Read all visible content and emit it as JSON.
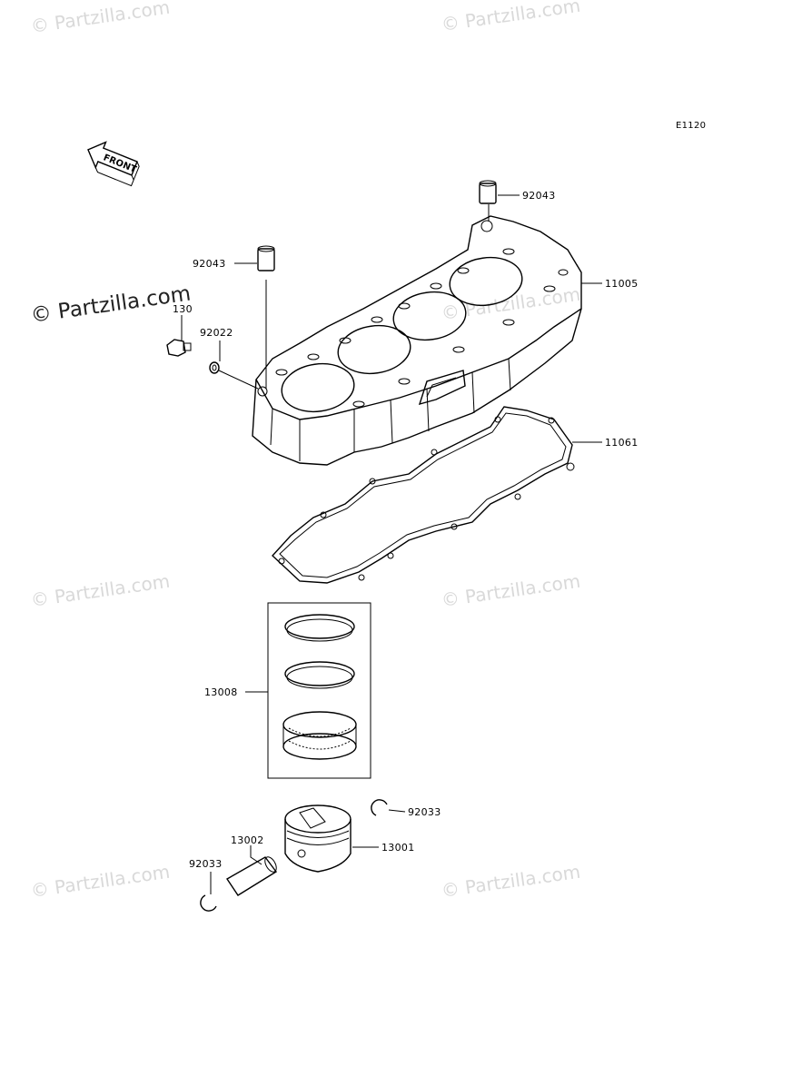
{
  "diagram_code": "E1120",
  "front_label": "FRONT",
  "watermarks": {
    "text": "© Partzilla.com",
    "prominent": "© Partzilla.com"
  },
  "parts": [
    {
      "id": "dowel-top",
      "number": "92043"
    },
    {
      "id": "dowel-left",
      "number": "92043"
    },
    {
      "id": "cylinder",
      "number": "11005"
    },
    {
      "id": "bolt",
      "number": "130"
    },
    {
      "id": "washer",
      "number": "92022"
    },
    {
      "id": "gasket",
      "number": "11061"
    },
    {
      "id": "ring-set",
      "number": "13008"
    },
    {
      "id": "circlip-right",
      "number": "92033"
    },
    {
      "id": "pin",
      "number": "13002"
    },
    {
      "id": "piston",
      "number": "13001"
    },
    {
      "id": "circlip-left",
      "number": "92033"
    }
  ],
  "colors": {
    "line": "#000000",
    "watermark": "#d9d9d9",
    "background": "#ffffff"
  }
}
